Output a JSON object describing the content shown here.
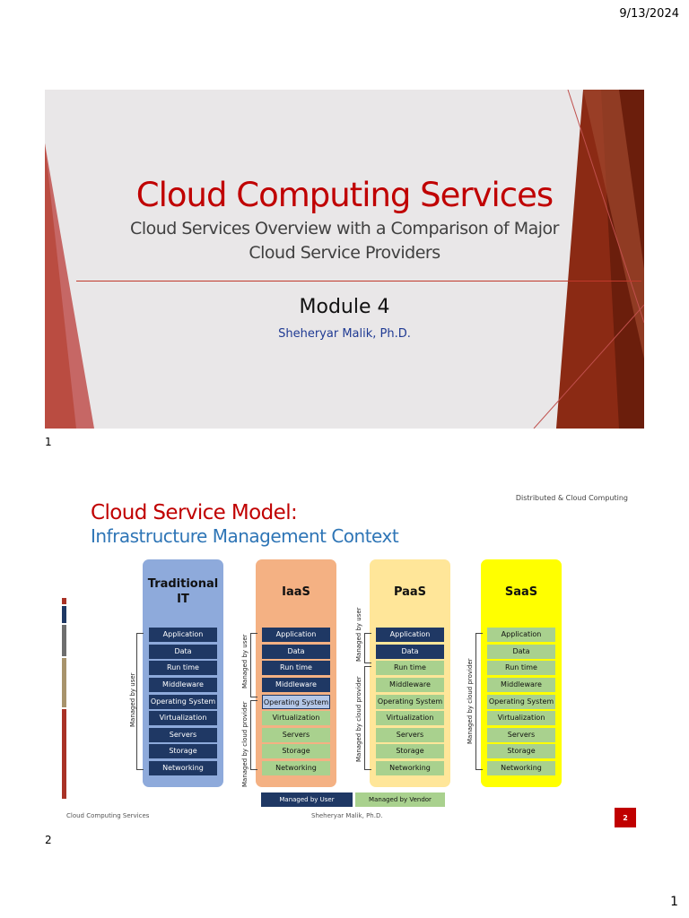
{
  "page": {
    "date": "9/13/2024",
    "page_number": "1"
  },
  "slide1": {
    "index": "1",
    "title": "Cloud Computing Services",
    "subtitle_line1": "Cloud Services Overview with a Comparison of Major",
    "subtitle_line2": "Cloud Service Providers",
    "module": "Module 4",
    "author": "Sheheryar Malik, Ph.D."
  },
  "slide2": {
    "index": "2",
    "header_note": "Distributed & Cloud Computing",
    "title": "Cloud Service Model:",
    "subtitle": "Infrastructure Management Context",
    "footer_left": "Cloud Computing Services",
    "footer_mid": "Sheheryar Malik, Ph.D.",
    "badge": "2",
    "legend": {
      "user": "Managed by User",
      "vendor": "Managed by Vendor"
    },
    "colors": {
      "user": "#1f3864",
      "vendor": "#a9d18e",
      "traditional": "#8eaadb",
      "iaas": "#f4b183",
      "paas": "#ffe699",
      "saas": "#ffff00"
    },
    "columns": [
      {
        "name": "Traditional IT",
        "title_line1": "Traditional",
        "title_line2": "IT",
        "side_label": "Managed by user",
        "layers": [
          "Application",
          "Data",
          "Run time",
          "Middleware",
          "Operating System",
          "Virtualization",
          "Servers",
          "Storage",
          "Networking"
        ],
        "managed": [
          "user",
          "user",
          "user",
          "user",
          "user",
          "user",
          "user",
          "user",
          "user"
        ]
      },
      {
        "name": "IaaS",
        "title_line1": "IaaS",
        "side_label_top": "Managed by user",
        "side_label_bottom": "Managed by cloud provider",
        "layers": [
          "Application",
          "Data",
          "Run time",
          "Middleware",
          "Operating System",
          "Virtualization",
          "Servers",
          "Storage",
          "Networking"
        ],
        "managed": [
          "user",
          "user",
          "user",
          "user",
          "mixed",
          "vendor",
          "vendor",
          "vendor",
          "vendor"
        ]
      },
      {
        "name": "PaaS",
        "title_line1": "PaaS",
        "side_label_top": "Managed by user",
        "side_label_bottom": "Managed by cloud provider",
        "layers": [
          "Application",
          "Data",
          "Run time",
          "Middleware",
          "Operating System",
          "Virtualization",
          "Servers",
          "Storage",
          "Networking"
        ],
        "managed": [
          "user",
          "user",
          "vendor",
          "vendor",
          "vendor",
          "vendor",
          "vendor",
          "vendor",
          "vendor"
        ]
      },
      {
        "name": "SaaS",
        "title_line1": "SaaS",
        "side_label": "Managed by cloud provider",
        "layers": [
          "Application",
          "Data",
          "Run time",
          "Middleware",
          "Operating System",
          "Virtualization",
          "Servers",
          "Storage",
          "Networking"
        ],
        "managed": [
          "vendor",
          "vendor",
          "vendor",
          "vendor",
          "vendor",
          "vendor",
          "vendor",
          "vendor",
          "vendor"
        ]
      }
    ]
  }
}
